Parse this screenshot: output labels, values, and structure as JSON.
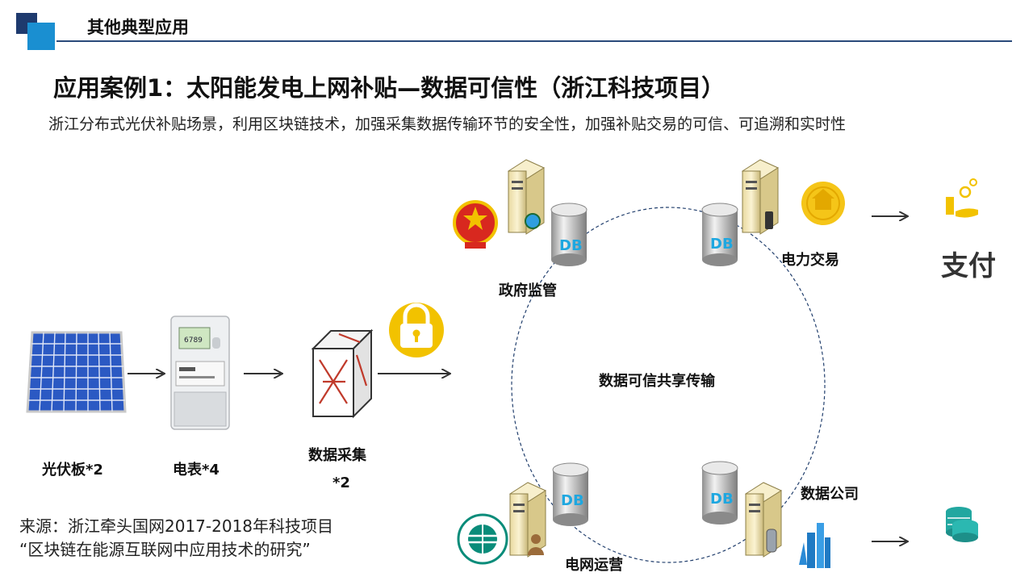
{
  "header": {
    "section_title": "其他典型应用"
  },
  "case": {
    "title": "应用案例1：太阳能发电上网补贴—数据可信性（浙江科技项目）",
    "description": "浙江分布式光伏补贴场景，利用区块链技术，加强采集数据传输环节的安全性，加强补贴交易的可信、可追溯和实时性"
  },
  "flow": {
    "solar_label": "光伏板*2",
    "meter_label": "电表*4",
    "collector_label": "数据采集",
    "collector_count": "*2"
  },
  "network": {
    "center_label": "数据可信共享传输",
    "gov_label": "政府监管",
    "trade_label": "电力交易",
    "grid_label": "电网运营",
    "data_company_label": "数据公司",
    "db_text": "DB",
    "meter_screen_text": "6789"
  },
  "payment": {
    "label": "支付"
  },
  "source": {
    "line1": "来源：浙江牵头国网2017-2018年科技项目",
    "line2": "“区块链在能源互联网中应用技术的研究”"
  },
  "colors": {
    "navy": "#1e3a6e",
    "blue": "#1a8fd1",
    "db_text": "#1ea7e0",
    "gold": "#f2c200",
    "solar": "#2b59c3"
  }
}
